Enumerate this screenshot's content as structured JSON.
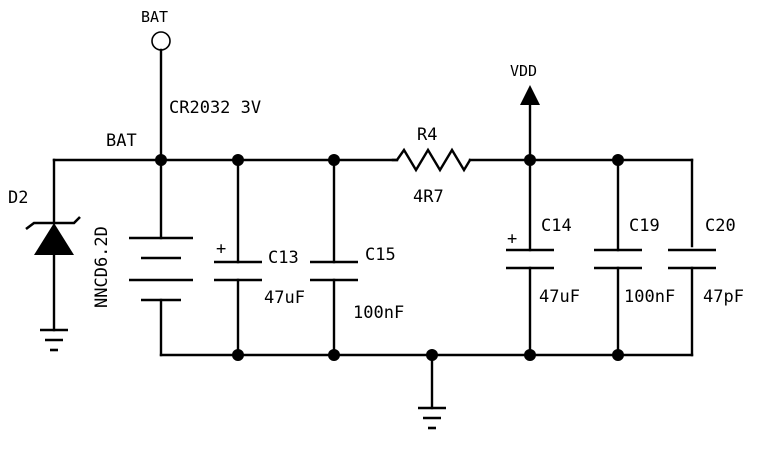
{
  "nets": {
    "bat_port": "BAT",
    "bat_net": "BAT",
    "vdd": "VDD"
  },
  "components": {
    "battery": {
      "value": "CR2032 3V"
    },
    "d2": {
      "ref": "D2",
      "part": "NNCD6.2D"
    },
    "c13": {
      "ref": "C13",
      "value": "47uF"
    },
    "c15": {
      "ref": "C15",
      "value": "100nF"
    },
    "r4": {
      "ref": "R4",
      "value": "4R7"
    },
    "c14": {
      "ref": "C14",
      "value": "47uF"
    },
    "c19": {
      "ref": "C19",
      "value": "100nF"
    },
    "c20": {
      "ref": "C20",
      "value": "47pF"
    }
  },
  "polarity_mark": "+",
  "icons": {
    "ground": "ground-icon",
    "power": "power-arrow-icon",
    "port": "port-circle-icon"
  }
}
